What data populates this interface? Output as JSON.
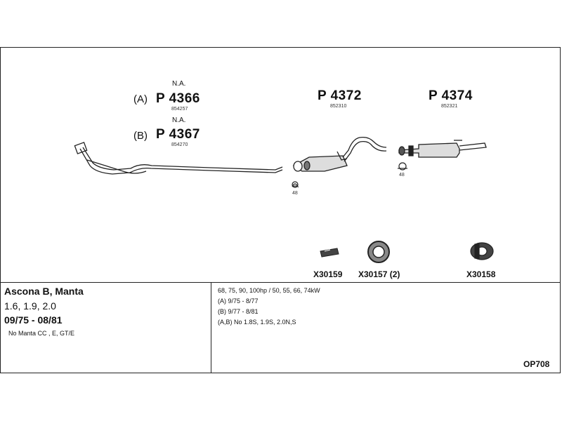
{
  "parts": {
    "a": {
      "availability": "N.A.",
      "variant": "(A)",
      "number": "P 4366",
      "ref": "854257"
    },
    "b": {
      "availability": "N.A.",
      "variant": "(B)",
      "number": "P 4367",
      "ref": "854270"
    },
    "mid": {
      "number": "P 4372",
      "ref": "852310"
    },
    "rear": {
      "number": "P 4374",
      "ref": "852321"
    },
    "clamp_count_mid": "48",
    "clamp_count_rear": "48",
    "accessories": [
      {
        "code": "X30159"
      },
      {
        "code": "X30157 (2)"
      },
      {
        "code": "X30158"
      }
    ]
  },
  "vehicle": {
    "model": "Ascona B, Manta",
    "engines": "1.6, 1.9, 2.0",
    "years": "09/75 - 08/81",
    "note": "No Manta CC , E, GT/E"
  },
  "specs": [
    "68, 75, 90, 100hp / 50, 55, 66, 74kW",
    "(A) 9/75 - 8/77",
    "(B) 9/77 - 8/81",
    "(A,B) No 1.8S, 1.9S, 2.0N,S"
  ],
  "diagram_code": "OP708"
}
